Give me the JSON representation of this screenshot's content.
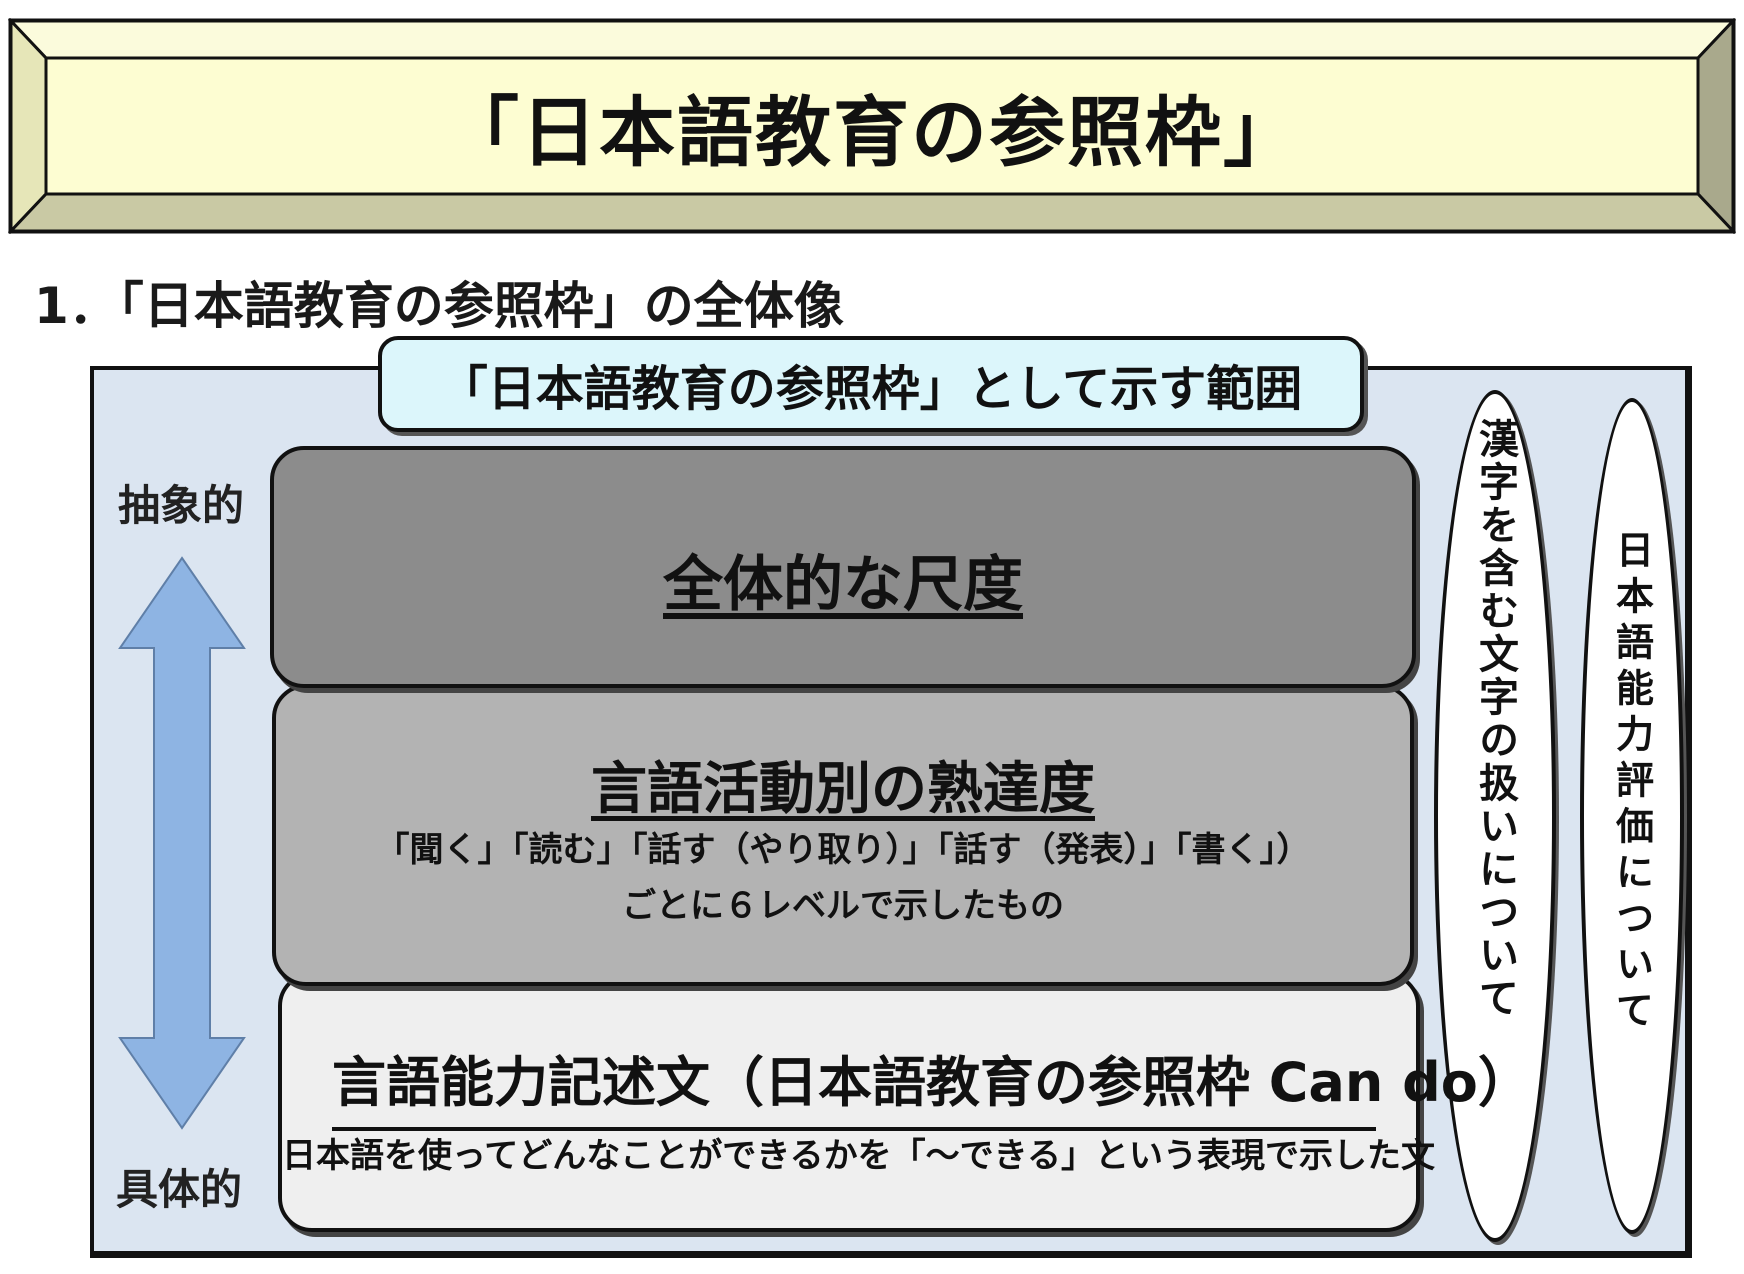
{
  "banner": {
    "title": "「日本語教育の参照枠」"
  },
  "section": {
    "heading": "1．「日本語教育の参照枠」の全体像"
  },
  "diagram": {
    "scope_label": "「日本語教育の参照枠」として示す範囲",
    "axis": {
      "top_label": "抽象的",
      "bottom_label": "具体的"
    },
    "layers": {
      "global": {
        "title": "全体的な尺度"
      },
      "activity": {
        "title": "言語活動別の熟達度",
        "desc_line1": "「聞く」「読む」「話す（やり取り）」「話す（発表）」「書く」）",
        "desc_line2": "ごとに６レベルで示したもの"
      },
      "cando": {
        "title": "言語能力記述文（日本語教育の参照枠 Can do）",
        "desc": "日本語を使ってどんなことができるかを「～できる」という表現で示した文"
      }
    },
    "side_notes": {
      "kanji": "漢字を含む文字の扱いについて",
      "proficiency": "日本語能力評価について"
    }
  },
  "colors": {
    "banner_face": "#fdfdd2",
    "bevel_light": "#e8e8b6",
    "bevel_dark": "#a9a98c",
    "frame_bg": "#dbe5f1",
    "scope_bg": "#dcf6fb",
    "layer_global": "#8c8c8c",
    "layer_activity": "#b3b3b3",
    "layer_cando": "#efefef",
    "arrow": "#8eb4e3"
  }
}
